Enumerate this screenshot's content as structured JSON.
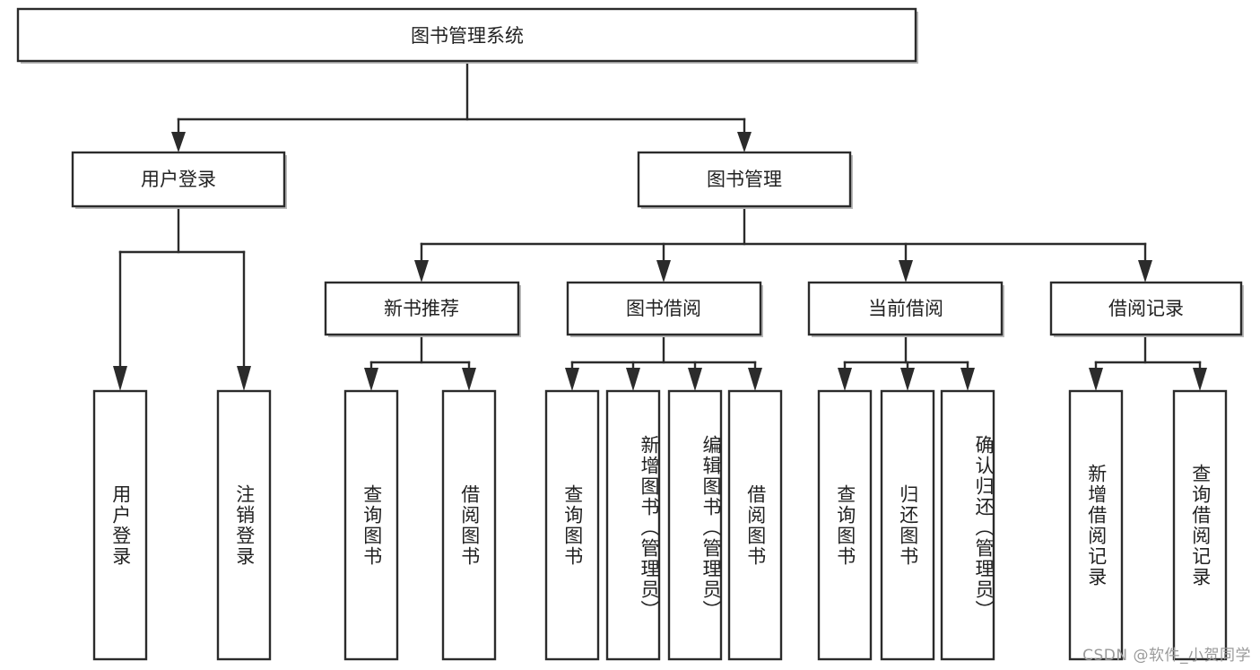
{
  "diagram": {
    "type": "tree",
    "title": "图书管理系统",
    "orientation": "top-down",
    "colors": {
      "stroke": "#2b2b2b",
      "fill": "#ffffff",
      "text": "#222222",
      "watermark": "#9a9a9a"
    },
    "root": {
      "label": "图书管理系统",
      "level": 1
    },
    "level2": [
      {
        "label": "用户登录"
      },
      {
        "label": "图书管理"
      }
    ],
    "level3": [
      {
        "label": "新书推荐",
        "parent": "图书管理"
      },
      {
        "label": "图书借阅",
        "parent": "图书管理"
      },
      {
        "label": "当前借阅",
        "parent": "图书管理"
      },
      {
        "label": "借阅记录",
        "parent": "图书管理"
      }
    ],
    "leaves": {
      "用户登录": [
        {
          "label": "用户登录"
        },
        {
          "label": "注销登录"
        }
      ],
      "新书推荐": [
        {
          "label": "查询图书"
        },
        {
          "label": "借阅图书"
        }
      ],
      "图书借阅": [
        {
          "label": "查询图书"
        },
        {
          "label": "新增图书（管理员）"
        },
        {
          "label": "编辑图书（管理员）"
        },
        {
          "label": "借阅图书"
        }
      ],
      "当前借阅": [
        {
          "label": "查询图书"
        },
        {
          "label": "归还图书"
        },
        {
          "label": "确认归还（管理员）"
        }
      ],
      "借阅记录": [
        {
          "label": "新增借阅记录"
        },
        {
          "label": "查询借阅记录"
        }
      ]
    }
  },
  "watermark": {
    "text": "CSDN @软件_小贺同学"
  },
  "nodes": {
    "root": {
      "label": "图书管理系统"
    },
    "n_user_login": {
      "label": "用户登录"
    },
    "n_book_mgmt": {
      "label": "图书管理"
    },
    "n_new_rec": {
      "label": "新书推荐"
    },
    "n_borrow": {
      "label": "图书借阅"
    },
    "n_current": {
      "label": "当前借阅"
    },
    "n_records": {
      "label": "借阅记录"
    },
    "l_user_login": {
      "label": "用户登录"
    },
    "l_logout": {
      "label": "注销登录"
    },
    "l_query_book_a": {
      "label": "查询图书"
    },
    "l_borrow_book_a": {
      "label": "借阅图书"
    },
    "l_query_book_b": {
      "label": "查询图书"
    },
    "l_add_book": {
      "label": "新增图书（管理员）"
    },
    "l_edit_book": {
      "label": "编辑图书（管理员）"
    },
    "l_borrow_book_b": {
      "label": "借阅图书"
    },
    "l_query_book_c": {
      "label": "查询图书"
    },
    "l_return_book": {
      "label": "归还图书"
    },
    "l_confirm_return": {
      "label": "确认归还（管理员）"
    },
    "l_add_record": {
      "label": "新增借阅记录"
    },
    "l_query_record": {
      "label": "查询借阅记录"
    }
  }
}
